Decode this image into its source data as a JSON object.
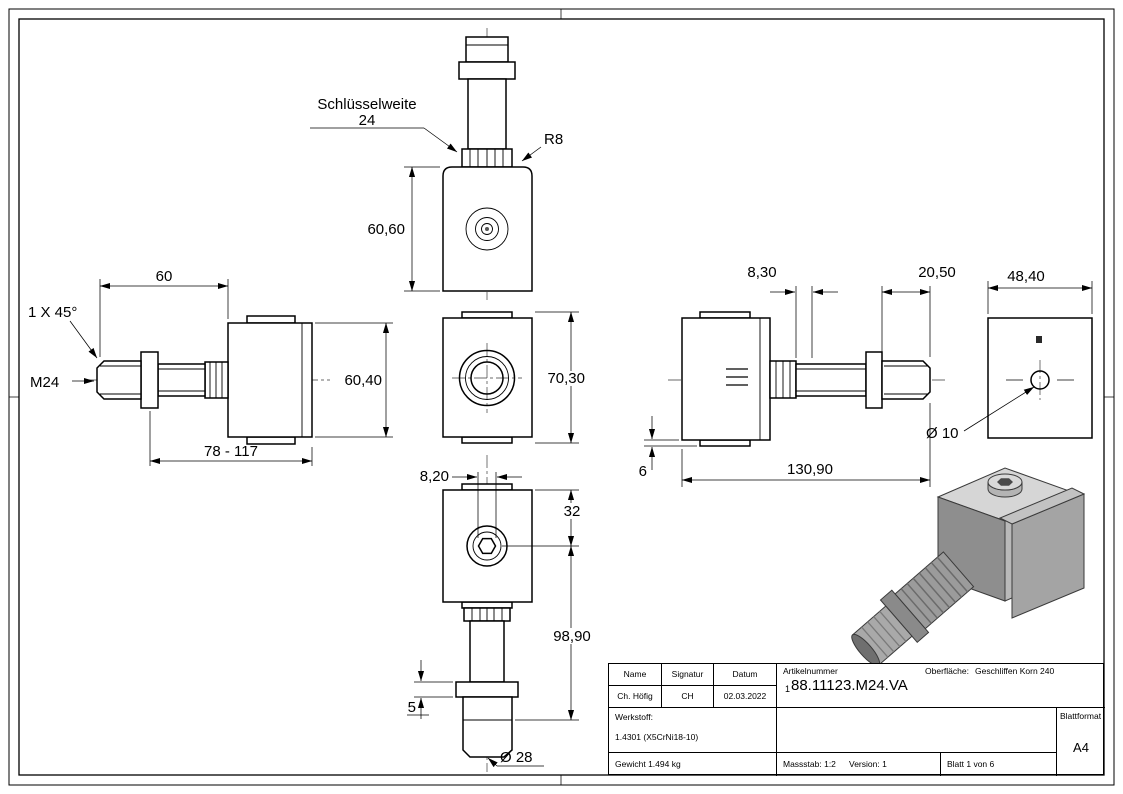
{
  "views": {
    "top": {
      "dim_height": "60,60",
      "wrench_label": "Schlüsselweite",
      "wrench_value": "24",
      "fillet_radius": "R8"
    },
    "left": {
      "dim_thread_length": "60",
      "chamfer": "1 X 45°",
      "thread_size": "M24",
      "dim_height": "60,40",
      "dim_adjust_range": "78 - 117"
    },
    "front": {
      "dim_height": "70,30"
    },
    "bottom": {
      "dim_socket_width": "8,20",
      "dim_top_to_center": "32",
      "dim_length": "98,90",
      "dim_flange_thickness": "5",
      "dim_diameter": "Ø 28"
    },
    "right": {
      "dim_gap": "8,30",
      "dim_thread_end": "20,50",
      "dim_offset": "6",
      "dim_total_length": "130,90"
    },
    "back": {
      "dim_width": "48,40",
      "dim_hole_diameter": "Ø 10"
    }
  },
  "titleblock": {
    "headers": {
      "name": "Name",
      "signature": "Signatur",
      "date": "Datum",
      "article_number": "Artikelnummer",
      "surface_label": "Oberfläche:",
      "surface_value": "Geschliffen Korn 240"
    },
    "values": {
      "name": "Ch. Höfig",
      "signature": "CH",
      "date": "02.03.2022"
    },
    "article_prefix": "1",
    "article_number": "88.11123.M24.VA",
    "material_label": "Werkstoff:",
    "material_value": "1.4301 (X5CrNi18-10)",
    "weight": "Gewicht 1.494 kg",
    "scale": "Massstab: 1:2",
    "version": "Version: 1",
    "sheet": "Blatt 1 von 6",
    "format_label": "Blattformat",
    "format_value": "A4"
  }
}
